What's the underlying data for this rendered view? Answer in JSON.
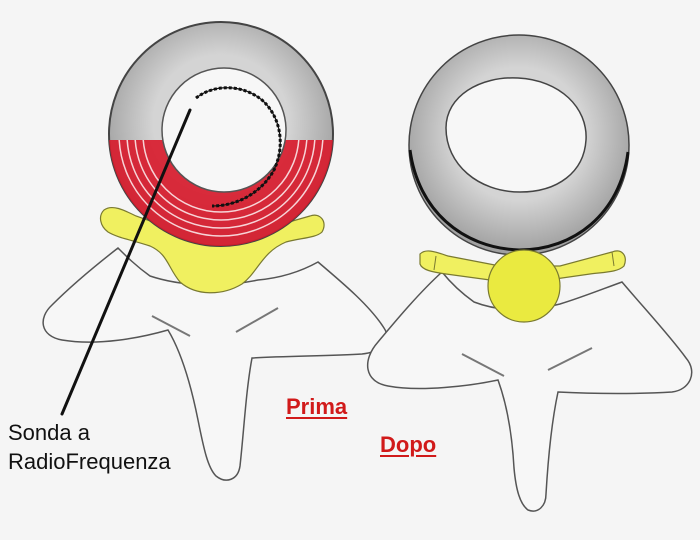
{
  "labels": {
    "probe_line1": "Sonda a",
    "probe_line2": "RadioFrequenza",
    "before": "Prima",
    "after": "Dopo"
  },
  "colors": {
    "background": "#f5f5f5",
    "disc_gray": "#a9a9a9",
    "disc_inner": "#f7f7f7",
    "ablation_red": "#d8182a",
    "root_yellow": "#f0f060",
    "outline": "#444444",
    "label_red": "#d11a1a",
    "probe_black": "#111111"
  }
}
